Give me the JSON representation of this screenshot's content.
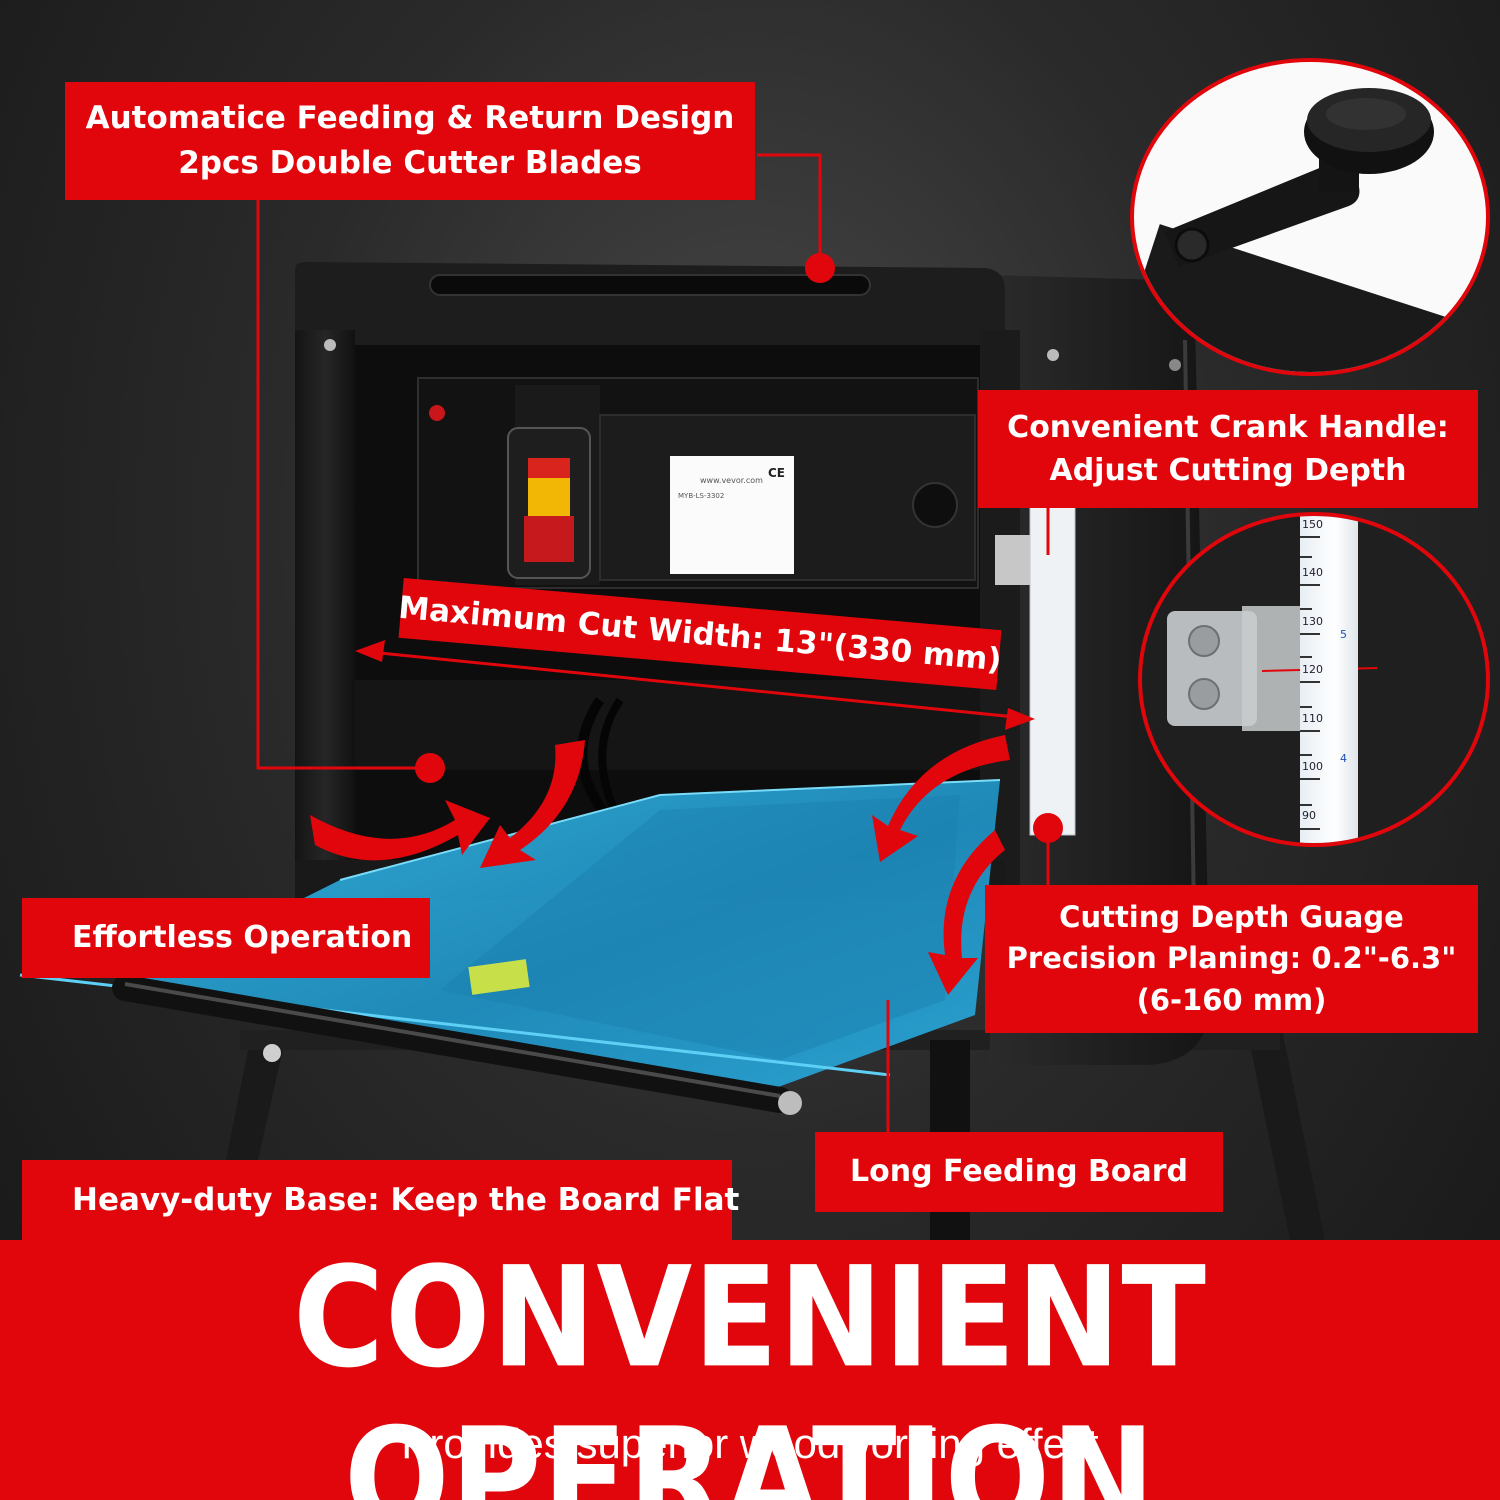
{
  "callouts": {
    "auto_feeding": [
      "Automatice Feeding & Return Design",
      "2pcs Double Cutter Blades"
    ],
    "crank_handle": [
      "Convenient Crank Handle:",
      "Adjust Cutting Depth"
    ],
    "effortless": "Effortless Operation",
    "depth_gauge": [
      "Cutting Depth Guage",
      "Precision Planing: 0.2\"-6.3\"",
      "(6-160 mm)"
    ],
    "feeding_board": "Long Feeding Board",
    "base": "Heavy-duty Base: Keep the Board Flat",
    "cut_width": "Maximum Cut Width: 13\"(330 mm)"
  },
  "banner": {
    "headline": "CONVENIENT OPERATION",
    "subline": "Provides superior woodworking effect"
  },
  "gauge_scale": {
    "labels": [
      "150",
      "140",
      "130",
      "120",
      "110",
      "100",
      "90"
    ],
    "inch_marks": [
      "5",
      "4"
    ]
  },
  "machine_label": {
    "brand_url": "www.vevor.com",
    "model": "MYB-LS-3302",
    "ce": "CE"
  },
  "colors": {
    "accent_red": "#e0060b",
    "table_blue": "#2aa7d8",
    "body_black": "#1a1a1a"
  }
}
